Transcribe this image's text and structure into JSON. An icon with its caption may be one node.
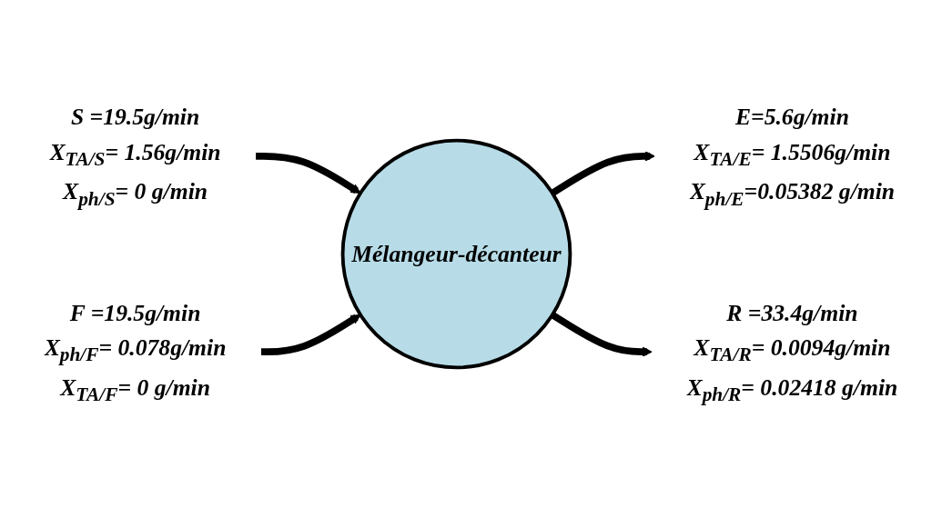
{
  "diagram": {
    "nodes": [
      {
        "text": [
          "S =19.5g/min",
          "X$_{TA/S}$= 1.56g/min",
          "X$_{ph/S}$= 0 g/min"
        ]
      },
      {
        "text": [
          "F =19.5g/min",
          "X$_{ph/F}$= 0.078g/min",
          "X$_{TA/F}$= 0 g/min"
        ]
      },
      {
        "text": [
          "Mélangeur-décanteur"
        ]
      },
      {
        "text": [
          "E=5.6g/min",
          "X$_{TA/E}$= 1.5506g/min",
          "X$_{ph/E}$=0.05382 g/min"
        ]
      },
      {
        "text": [
          "R =33.4g/min",
          "X$_{TA/R}$= 0.0094g/min",
          "X$_{ph/R}$= 0.02418 g/min"
        ]
      }
    ],
    "edges": [
      {
        "from": 0,
        "to": 2,
        "arrow": "to"
      },
      {
        "from": 1,
        "to": 2,
        "arrow": "to"
      },
      {
        "from": 2,
        "to": 3,
        "arrow": "to"
      },
      {
        "from": 2,
        "to": 4,
        "arrow": "to"
      }
    ]
  }
}
